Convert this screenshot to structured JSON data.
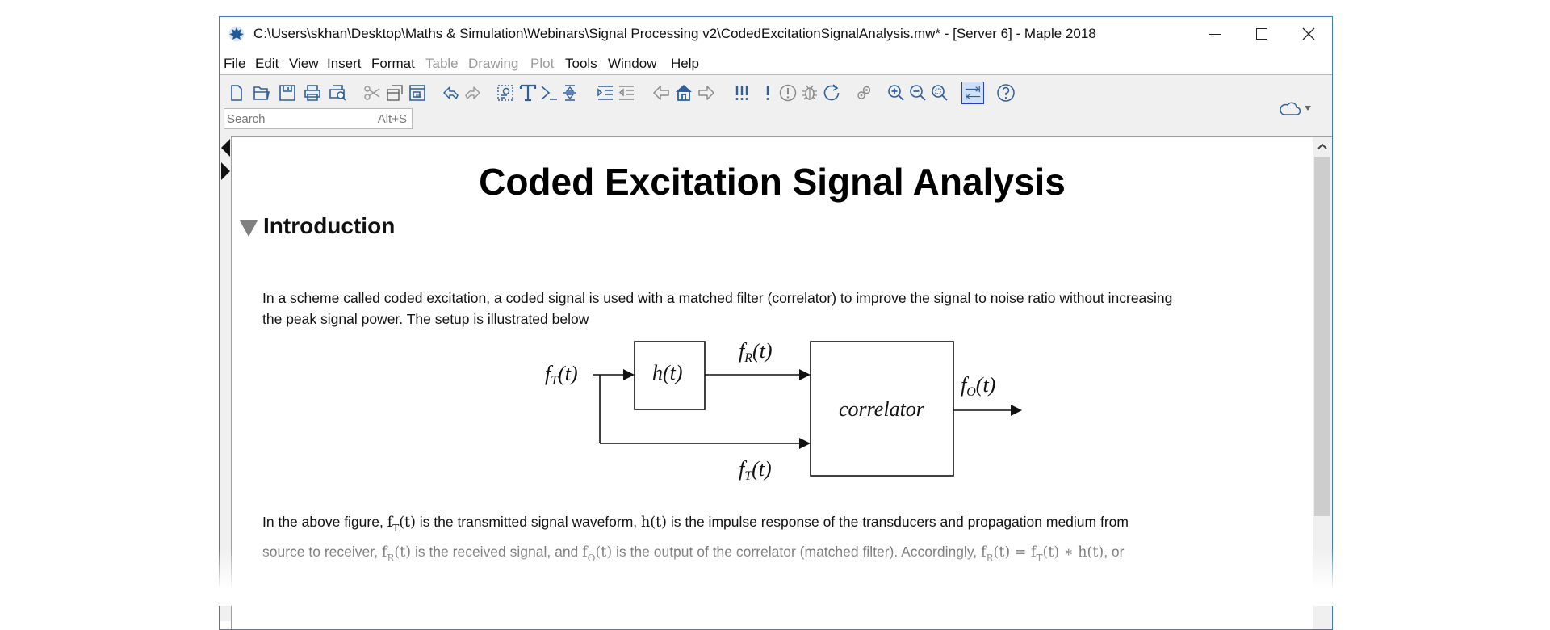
{
  "window": {
    "title": "C:\\Users\\skhan\\Desktop\\Maths & Simulation\\Webinars\\Signal Processing v2\\CodedExcitationSignalAnalysis.mw* - [Server 6] - Maple 2018",
    "controls": {
      "minimize": "—",
      "maximize": "☐",
      "close": "✕"
    }
  },
  "menubar": {
    "items": [
      {
        "label": "File",
        "enabled": true
      },
      {
        "label": "Edit",
        "enabled": true
      },
      {
        "label": "View",
        "enabled": true
      },
      {
        "label": "Insert",
        "enabled": true
      },
      {
        "label": "Format",
        "enabled": true
      },
      {
        "label": "Table",
        "enabled": false
      },
      {
        "label": "Drawing",
        "enabled": false
      },
      {
        "label": "Plot",
        "enabled": false
      },
      {
        "label": "Tools",
        "enabled": true
      },
      {
        "label": "Window",
        "enabled": true
      },
      {
        "label": "Help",
        "enabled": true
      }
    ]
  },
  "toolbar": {
    "icons": [
      "new-document-icon",
      "open-icon",
      "save-icon",
      "print-icon",
      "print-preview-icon",
      "cut-icon",
      "copy-icon",
      "paste-icon",
      "undo-icon",
      "redo-icon",
      "insert-math-icon",
      "insert-text-icon",
      "execution-group-icon",
      "collapse-section-icon",
      "indent-icon",
      "outdent-icon",
      "back-icon",
      "home-icon",
      "forward-icon",
      "execute-all-icon",
      "execute-icon",
      "interrupt-icon",
      "debug-icon",
      "restart-icon",
      "link-icon",
      "zoom-in-icon",
      "zoom-out-icon",
      "zoom-reset-icon",
      "toggle-width-icon",
      "help-icon"
    ],
    "search": {
      "placeholder": "Search",
      "shortcut": "Alt+S"
    },
    "cloud_menu": "cloud-icon"
  },
  "document": {
    "title": "Coded Excitation Signal Analysis",
    "section": {
      "title": "Introduction",
      "para1_line1": "In a scheme called coded excitation, a coded signal is used with a matched filter (correlator) to improve the signal to noise ratio without increasing",
      "para1_line2": "the peak signal power. The setup is illustrated below",
      "diagram": {
        "input_label": "f",
        "input_sub": "T",
        "h_block": "h(t)",
        "received_label": "f",
        "received_sub": "R",
        "correlator_block": "correlator",
        "output_label": "f",
        "output_sub": "O",
        "reference_label": "f",
        "reference_sub": "T",
        "arg": "(t)"
      },
      "para2": {
        "l1_a": "In the above figure, ",
        "l1_m1": "f",
        "l1_m1_sub": "T",
        "l1_m1_arg": "(t)",
        "l1_b": " is the transmitted signal waveform, ",
        "l1_m2": "h(t)",
        "l1_c": " is the impulse response of the transducers and propagation medium from",
        "l2_a": "source to receiver, ",
        "l2_m1": "f",
        "l2_m1_sub": "R",
        "l2_m1_arg": "(t)",
        "l2_b": " is the received signal, and ",
        "l2_m2": "f",
        "l2_m2_sub": "O",
        "l2_m2_arg": "(t)",
        "l2_c": " is the output of the correlator (matched filter). Accordingly, ",
        "l2_eq": "f",
        "l2_eq_sub1": "R",
        "l2_eq_mid": "(t) = f",
        "l2_eq_sub2": "T",
        "l2_eq_end": "(t) ∗ h(t)",
        "l2_d": ", or"
      }
    }
  },
  "colors": {
    "window_border": "#3c7fc1",
    "toolbar_bg": "#f0f0f0",
    "icon_blue": "#2f5f9a",
    "icon_disabled": "#9a9a9a",
    "disabled_menu": "#9a9a9a"
  }
}
